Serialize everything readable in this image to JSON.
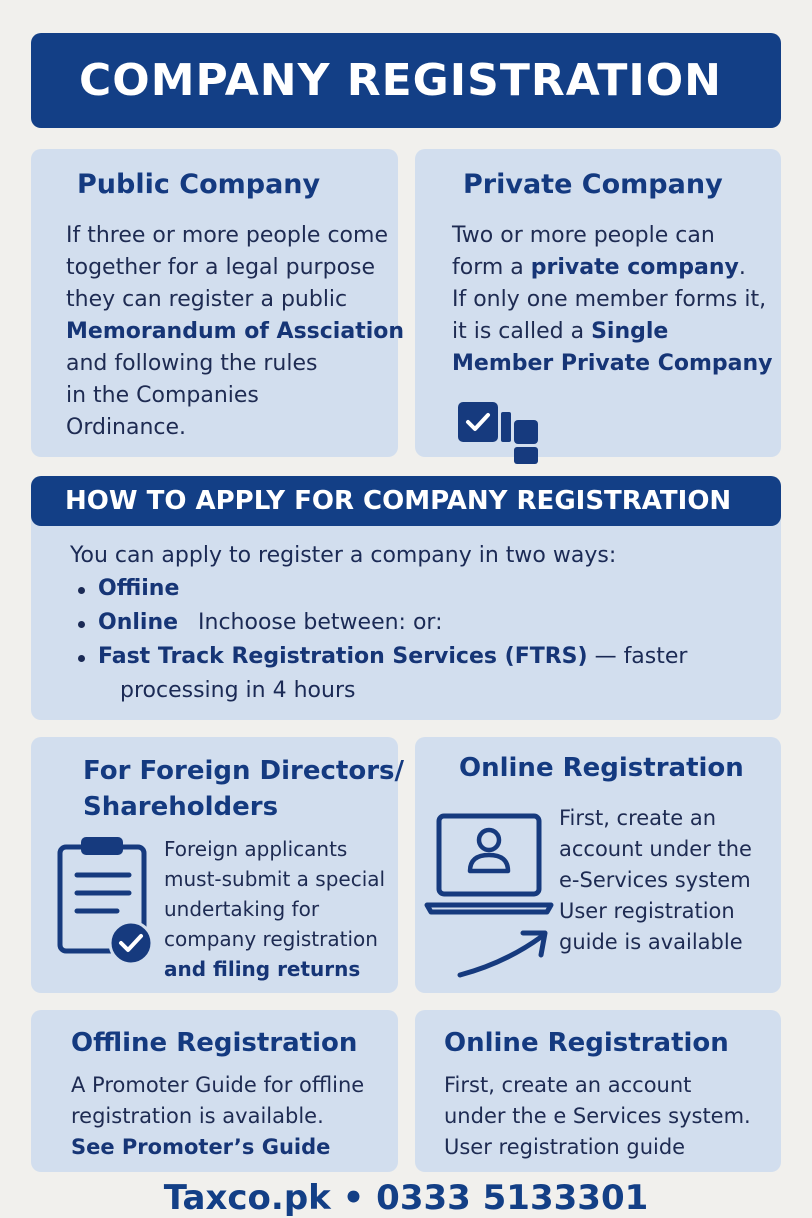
{
  "banner": {
    "title": "COMPANY REGISTRATION"
  },
  "public_company": {
    "title": "Public Company",
    "lines": [
      "If three or more people come",
      "together for a legal purpose",
      "they can register a public",
      "Memorandum of Assciation",
      "and following the rules",
      "in the Companies",
      "Ordinance."
    ]
  },
  "private_company": {
    "title": "Private Company",
    "line1": "Two or more people can",
    "line2_prefix": "form a ",
    "line2_bold": "private company",
    "line2_suffix": ".",
    "line3": "If only one member forms it,",
    "line4_prefix": "it is called a ",
    "line4_bold": "Single",
    "line5_bold": "Member Private Company",
    "icon": "checkbox-document-icon"
  },
  "how_to_apply": {
    "title": "HOW TO APPLY FOR COMPANY REGISTRATION",
    "intro": "You can apply to register a company in two ways:",
    "item1": "Offiine",
    "item2_bold": "Online",
    "item2_rest": "Inchoose between: or:",
    "item3_bold": "Fast Track Registration Services (FTRS)",
    "item3_rest": " — faster",
    "item3_line2": "processing in 4 hours"
  },
  "foreign": {
    "title_line1": "For Foreign Directors/",
    "title_line2": "Shareholders",
    "lines": [
      "Foreign applicants",
      "must-submit a special",
      "undertaking for",
      "company registration"
    ],
    "bold_line": "and filing returns",
    "icon": "clipboard-check-icon"
  },
  "online_top": {
    "title": "Online Registration",
    "lines": [
      "First, create an",
      "account under the",
      "e-Services system",
      "User registration",
      "guide is available"
    ],
    "icon": "laptop-user-icon"
  },
  "offline": {
    "title": "Offline Registration",
    "lines": [
      "A Promoter Guide for offline",
      "registration is available."
    ],
    "link": "See Promoter’s Guide"
  },
  "online_bottom": {
    "title": "Online Registration",
    "lines": [
      "First, create an account",
      "under the e Services system.",
      "User registration guide"
    ]
  },
  "footer": {
    "text": "Taxco.pk • 0333 5133301"
  },
  "colors": {
    "navy": "#133f86",
    "card": "#d2deee",
    "background": "#f1f0ed"
  }
}
